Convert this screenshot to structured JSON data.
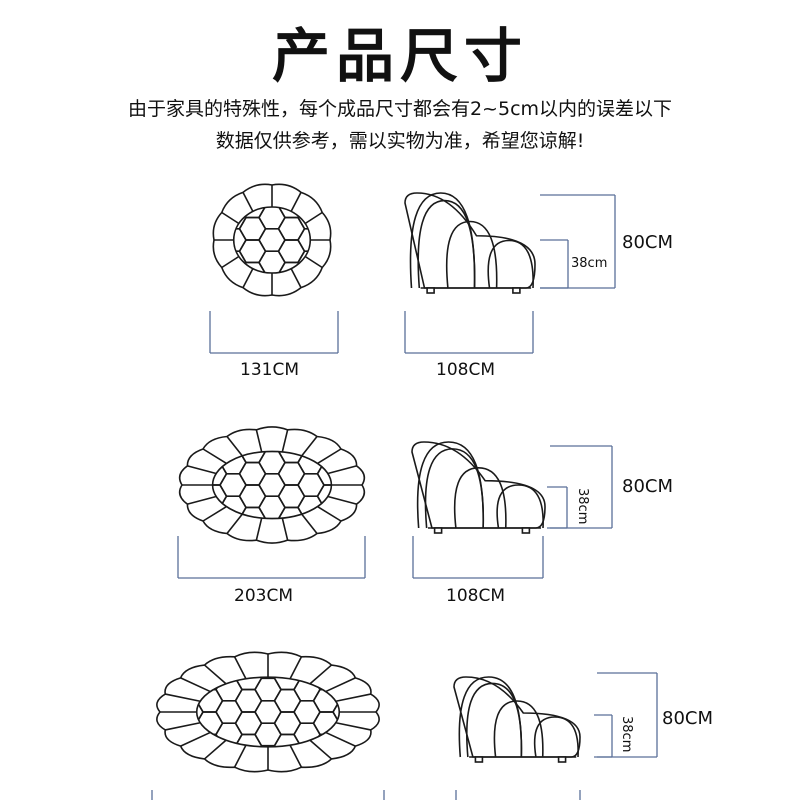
{
  "title": "产品尺寸",
  "notes": [
    "由于家具的特殊性，每个成品尺寸都会有2~5cm以内的误差以下",
    "数据仅供参考，需以实物为准，希望您谅解!"
  ],
  "products": [
    {
      "width": "131CM",
      "depth": "108CM",
      "height": "80CM",
      "seat_height": "38cm"
    },
    {
      "width": "203CM",
      "depth": "108CM",
      "height": "80CM",
      "seat_height": "38cm"
    },
    {
      "width": "",
      "depth": "",
      "height": "80CM",
      "seat_height": "38cm"
    }
  ],
  "colors": {
    "outline": "#1a1a1a",
    "dimension_line": "#5a6f99"
  }
}
